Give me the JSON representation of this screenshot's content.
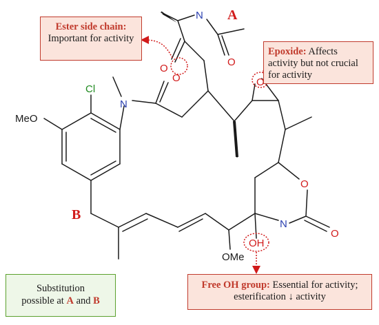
{
  "callouts": {
    "ester": {
      "title": "Ester side chain:",
      "body": "Important for activity"
    },
    "epoxide": {
      "title": "Epoxide:",
      "body": "Affects activity but not crucial for activity"
    },
    "oh": {
      "title": "Free OH group:",
      "body": "Essential for activity; esterification ↓ activity"
    }
  },
  "note": {
    "line1": "Substitution",
    "line2_prefix": "possible at ",
    "site_a": "A",
    "conj": " and ",
    "site_b": "B"
  },
  "site_labels": {
    "a": "A",
    "b": "B"
  },
  "atoms": {
    "n_amide_top": "N",
    "o_carbonyl_top": "O",
    "o_ester_ketone": "O",
    "o_amide_ring": "O",
    "n_aryl": "N",
    "cl": "Cl",
    "meo_aryl": "MeO",
    "o_epoxide": "O",
    "o_carbamate_ring": "O",
    "o_carbamate_exo": "O",
    "n_carbamate": "N",
    "oh": "OH",
    "ome": "OMe"
  },
  "colors": {
    "accent_red": "#c0392b",
    "callout_fill": "#fbe4dc",
    "note_border": "#5aa02c",
    "nitrogen": "#2a3fb0",
    "oxygen": "#d11a1a",
    "chlorine": "#1f8a1f"
  }
}
